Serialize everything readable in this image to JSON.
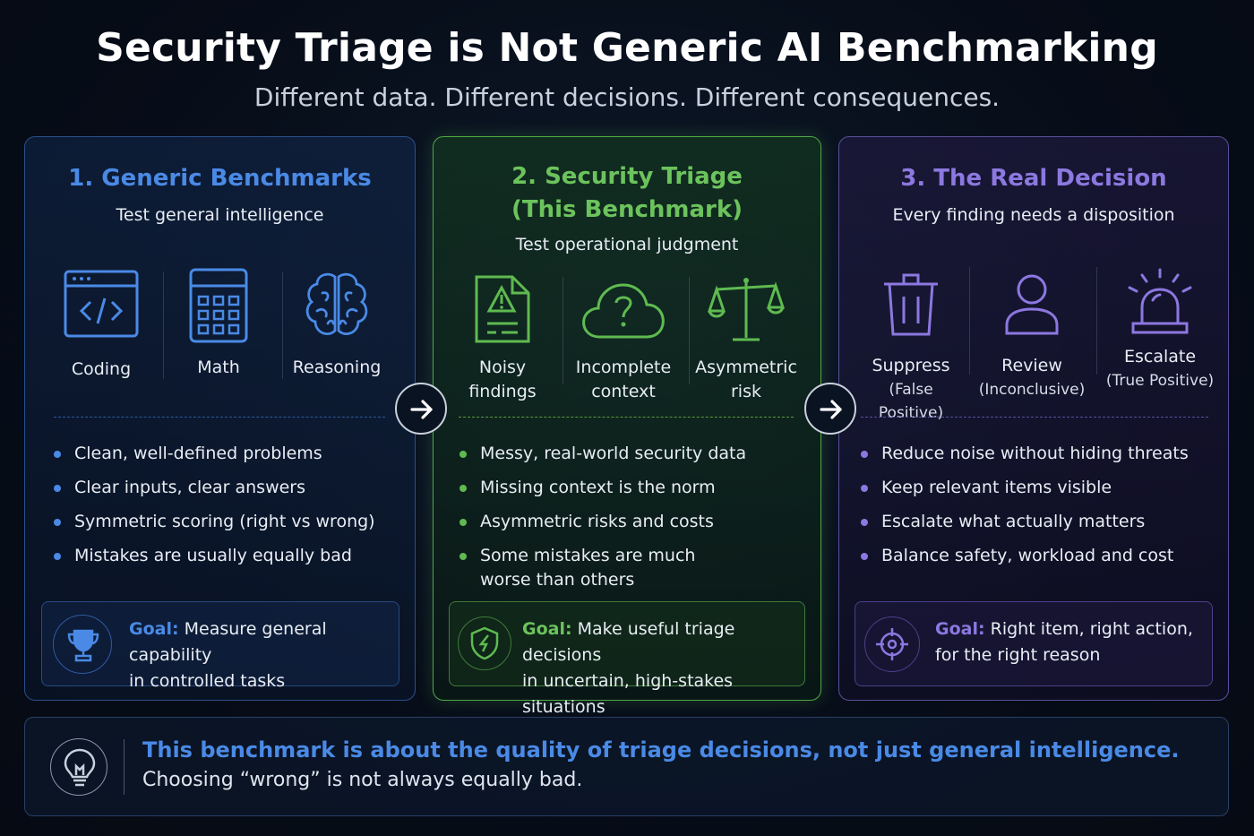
{
  "header": {
    "title": "Security Triage is Not Generic AI Benchmarking",
    "subtitle": "Different data. Different decisions. Different consequences."
  },
  "columns": [
    {
      "title": "1. Generic Benchmarks",
      "subtitle": "Test general intelligence",
      "accent": "#4a8ae6",
      "icons": [
        {
          "icon": "code-window-icon",
          "label": "Coding"
        },
        {
          "icon": "calculator-icon",
          "label": "Math"
        },
        {
          "icon": "brain-icon",
          "label": "Reasoning"
        }
      ],
      "bullets": [
        "Clean, well-defined problems",
        "Clear inputs, clear answers",
        "Symmetric scoring (right vs wrong)",
        "Mistakes are usually equally bad"
      ],
      "goal": {
        "icon": "trophy-icon",
        "label": "Goal:",
        "line1": " Measure general capability",
        "line2": "in controlled tasks"
      }
    },
    {
      "title_line1": "2. Security Triage",
      "title_line2": "(This Benchmark)",
      "subtitle": "Test operational judgment",
      "accent": "#6cc35c",
      "icons": [
        {
          "icon": "warning-document-icon",
          "label_line1": "Noisy",
          "label_line2": "findings"
        },
        {
          "icon": "question-cloud-icon",
          "label_line1": "Incomplete",
          "label_line2": "context"
        },
        {
          "icon": "balance-scale-icon",
          "label_line1": "Asymmetric",
          "label_line2": "risk"
        }
      ],
      "bullets": [
        "Messy, real-world security data",
        "Missing context is the norm",
        "Asymmetric risks and costs",
        "Some mistakes are much worse than others"
      ],
      "goal": {
        "icon": "shield-icon",
        "label": "Goal:",
        "line1": " Make useful triage decisions",
        "line2": "in uncertain, high-stakes situations"
      }
    },
    {
      "title": "3. The Real Decision",
      "subtitle": "Every finding needs a disposition",
      "accent": "#8c78e0",
      "icons": [
        {
          "icon": "trash-icon",
          "label": "Suppress",
          "sublabel": "(False Positive)"
        },
        {
          "icon": "person-icon",
          "label": "Review",
          "sublabel": "(Inconclusive)"
        },
        {
          "icon": "alarm-light-icon",
          "label": "Escalate",
          "sublabel": "(True Positive)"
        }
      ],
      "bullets": [
        "Reduce noise without hiding threats",
        "Keep relevant items visible",
        "Escalate what actually matters",
        "Balance safety, workload and cost"
      ],
      "goal": {
        "icon": "target-icon",
        "label": "Goal:",
        "line1": " Right item, right action,",
        "line2": "for the right reason"
      }
    }
  ],
  "footer": {
    "icon": "lightbulb-icon",
    "main": "This benchmark is about the quality of triage decisions, not just general intelligence.",
    "sub": "Choosing “wrong” is not always equally bad."
  }
}
